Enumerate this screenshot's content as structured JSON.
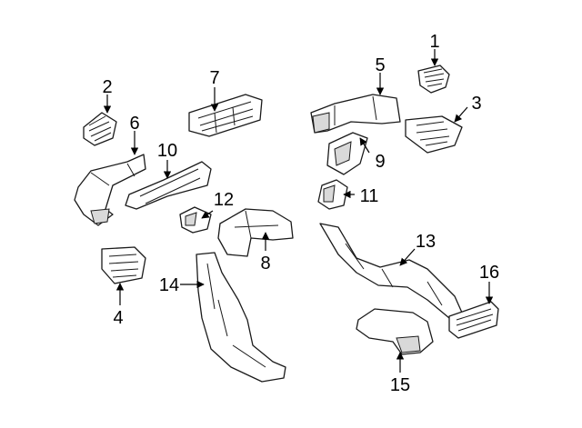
{
  "callouts": [
    {
      "id": "1",
      "label": "1"
    },
    {
      "id": "2",
      "label": "2"
    },
    {
      "id": "3",
      "label": "3"
    },
    {
      "id": "4",
      "label": "4"
    },
    {
      "id": "5",
      "label": "5"
    },
    {
      "id": "6",
      "label": "6"
    },
    {
      "id": "7",
      "label": "7"
    },
    {
      "id": "8",
      "label": "8"
    },
    {
      "id": "9",
      "label": "9"
    },
    {
      "id": "10",
      "label": "10"
    },
    {
      "id": "11",
      "label": "11"
    },
    {
      "id": "12",
      "label": "12"
    },
    {
      "id": "13",
      "label": "13"
    },
    {
      "id": "14",
      "label": "14"
    },
    {
      "id": "15",
      "label": "15"
    },
    {
      "id": "16",
      "label": "16"
    }
  ],
  "colors": {
    "line": "#1a1a1a",
    "background": "#ffffff",
    "shade": "#d9d9d9"
  }
}
